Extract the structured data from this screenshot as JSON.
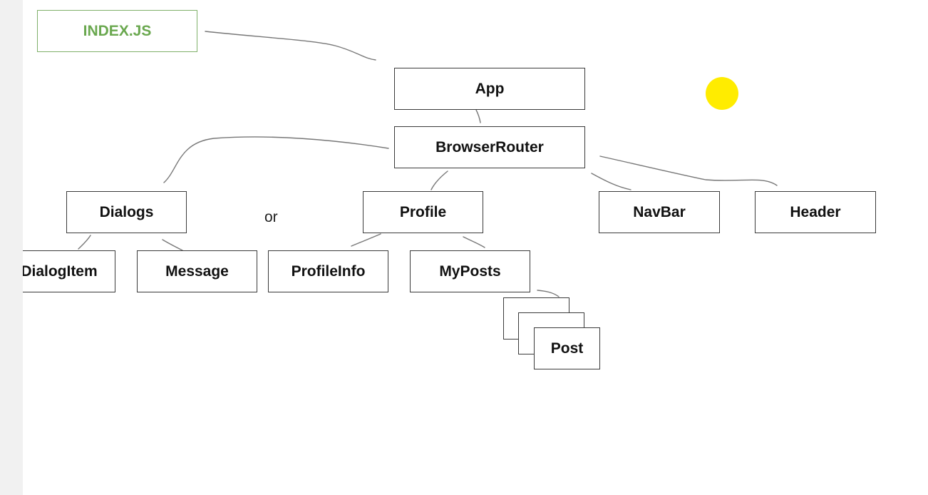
{
  "diagram": {
    "entry": "INDEX.JS",
    "nodes": {
      "app": "App",
      "browser_router": "BrowserRouter",
      "dialogs": "Dialogs",
      "profile": "Profile",
      "navbar": "NavBar",
      "header": "Header",
      "dialog_item": "DialogItem",
      "message": "Message",
      "profile_info": "ProfileInfo",
      "my_posts": "MyPosts",
      "post": "Post"
    },
    "or_label": "or"
  },
  "colors": {
    "entry_accent": "#6aa84f",
    "pointer": "#ffec00",
    "border": "#3a3a3a"
  }
}
